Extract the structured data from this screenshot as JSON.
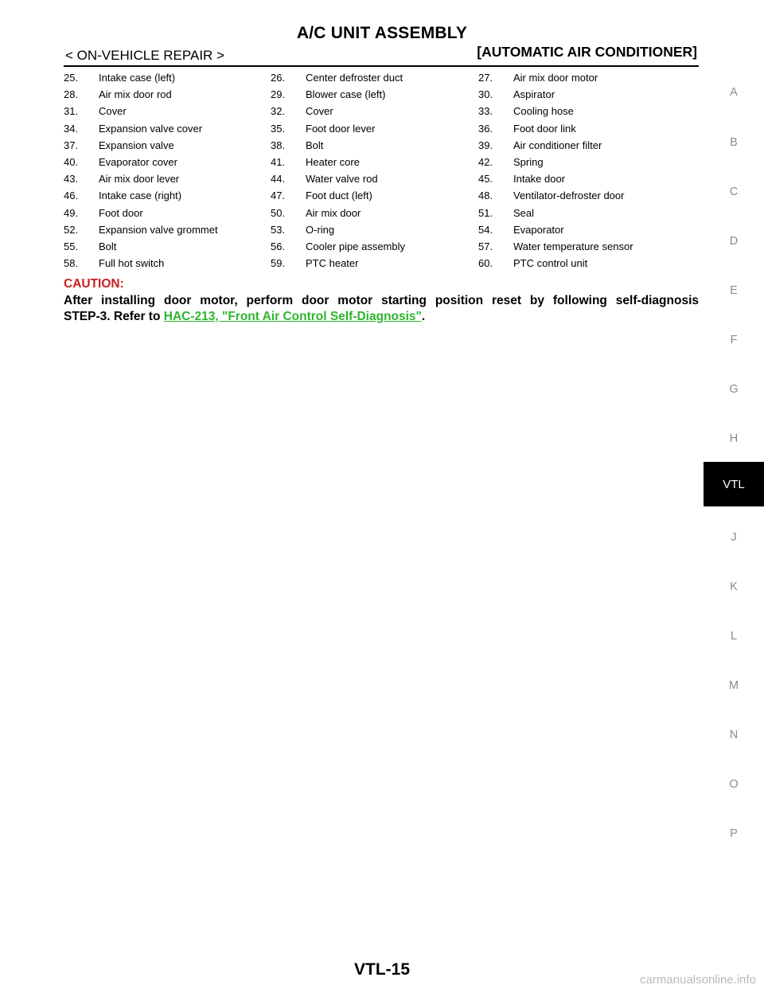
{
  "header": {
    "title": "A/C UNIT ASSEMBLY",
    "section": "< ON-VEHICLE REPAIR >",
    "category": "[AUTOMATIC AIR CONDITIONER]"
  },
  "parts": [
    [
      {
        "num": "25.",
        "name": "Intake case (left)"
      },
      {
        "num": "26.",
        "name": "Center defroster duct"
      },
      {
        "num": "27.",
        "name": "Air mix door motor"
      }
    ],
    [
      {
        "num": "28.",
        "name": "Air mix door rod"
      },
      {
        "num": "29.",
        "name": "Blower case (left)"
      },
      {
        "num": "30.",
        "name": "Aspirator"
      }
    ],
    [
      {
        "num": "31.",
        "name": "Cover"
      },
      {
        "num": "32.",
        "name": "Cover"
      },
      {
        "num": "33.",
        "name": "Cooling hose"
      }
    ],
    [
      {
        "num": "34.",
        "name": "Expansion valve cover"
      },
      {
        "num": "35.",
        "name": "Foot door lever"
      },
      {
        "num": "36.",
        "name": "Foot door link"
      }
    ],
    [
      {
        "num": "37.",
        "name": "Expansion valve"
      },
      {
        "num": "38.",
        "name": "Bolt"
      },
      {
        "num": "39.",
        "name": "Air conditioner filter"
      }
    ],
    [
      {
        "num": "40.",
        "name": "Evaporator cover"
      },
      {
        "num": "41.",
        "name": "Heater core"
      },
      {
        "num": "42.",
        "name": "Spring"
      }
    ],
    [
      {
        "num": "43.",
        "name": "Air mix door lever"
      },
      {
        "num": "44.",
        "name": "Water valve rod"
      },
      {
        "num": "45.",
        "name": "Intake door"
      }
    ],
    [
      {
        "num": "46.",
        "name": "Intake case (right)"
      },
      {
        "num": "47.",
        "name": "Foot duct (left)"
      },
      {
        "num": "48.",
        "name": "Ventilator-defroster door"
      }
    ],
    [
      {
        "num": "49.",
        "name": "Foot door"
      },
      {
        "num": "50.",
        "name": "Air mix door"
      },
      {
        "num": "51.",
        "name": "Seal"
      }
    ],
    [
      {
        "num": "52.",
        "name": "Expansion valve grommet"
      },
      {
        "num": "53.",
        "name": "O-ring"
      },
      {
        "num": "54.",
        "name": "Evaporator"
      }
    ],
    [
      {
        "num": "55.",
        "name": "Bolt"
      },
      {
        "num": "56.",
        "name": "Cooler pipe assembly"
      },
      {
        "num": "57.",
        "name": "Water temperature sensor"
      }
    ],
    [
      {
        "num": "58.",
        "name": "Full hot switch"
      },
      {
        "num": "59.",
        "name": "PTC heater"
      },
      {
        "num": "60.",
        "name": "PTC control unit"
      }
    ]
  ],
  "caution": {
    "title": "CAUTION:",
    "line1": "After installing door motor, perform door motor starting position reset by following self-diagnosis",
    "line2_prefix": "STEP-3. Refer to ",
    "link": "HAC-213, \"Front Air Control Self-Diagnosis\"",
    "line2_suffix": "."
  },
  "side_index": {
    "letters": [
      "A",
      "B",
      "C",
      "D",
      "E",
      "F",
      "G",
      "H",
      "J",
      "K",
      "L",
      "M",
      "N",
      "O",
      "P"
    ],
    "active": "VTL"
  },
  "footer": {
    "page": "VTL-15",
    "watermark": "carmanualsonline.info"
  },
  "colors": {
    "caution": "#cc1f1f",
    "link": "#2fb52f",
    "index_active_bg": "#000000",
    "index_letter": "#8a8a8a"
  }
}
